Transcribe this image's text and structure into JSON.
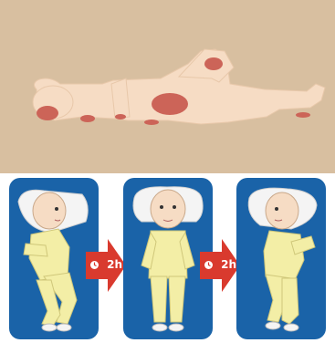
{
  "illustration": {
    "pressure_areas": "pressure-ulcer-risk-areas",
    "colors": {
      "background_top": "#d8bfa0",
      "body_outline": "#f6dcc4",
      "pressure_zone": "#cc6458",
      "panel": "#1a63a8",
      "pajamas": "#f3eea6",
      "arrow": "#d93a2e"
    }
  },
  "repositioning": {
    "steps": [
      {
        "position": "left-side"
      },
      {
        "position": "back"
      },
      {
        "position": "right-side"
      }
    ],
    "interval_labels": [
      "2h",
      "2h"
    ]
  }
}
